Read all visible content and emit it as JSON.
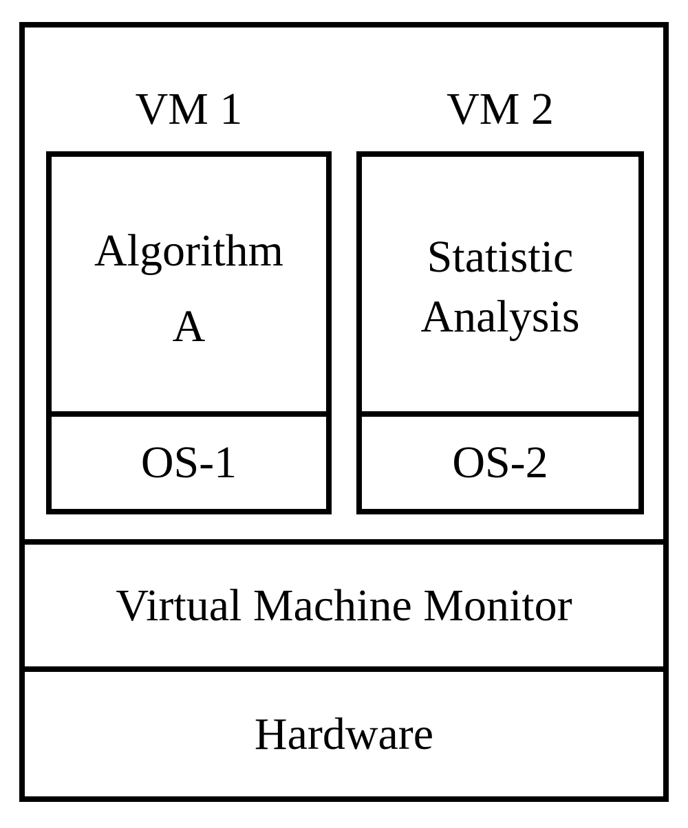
{
  "colors": {
    "line": "#000000",
    "background": "#ffffff"
  },
  "diagram": {
    "vm1": {
      "title": "VM 1",
      "app_lines": [
        "Algorithm",
        "A"
      ],
      "os_label": "OS-1"
    },
    "vm2": {
      "title": "VM 2",
      "app_lines": [
        "Statistic",
        "Analysis"
      ],
      "os_label": "OS-2"
    },
    "vmm_label": "Virtual Machine Monitor",
    "hardware_label": "Hardware"
  }
}
